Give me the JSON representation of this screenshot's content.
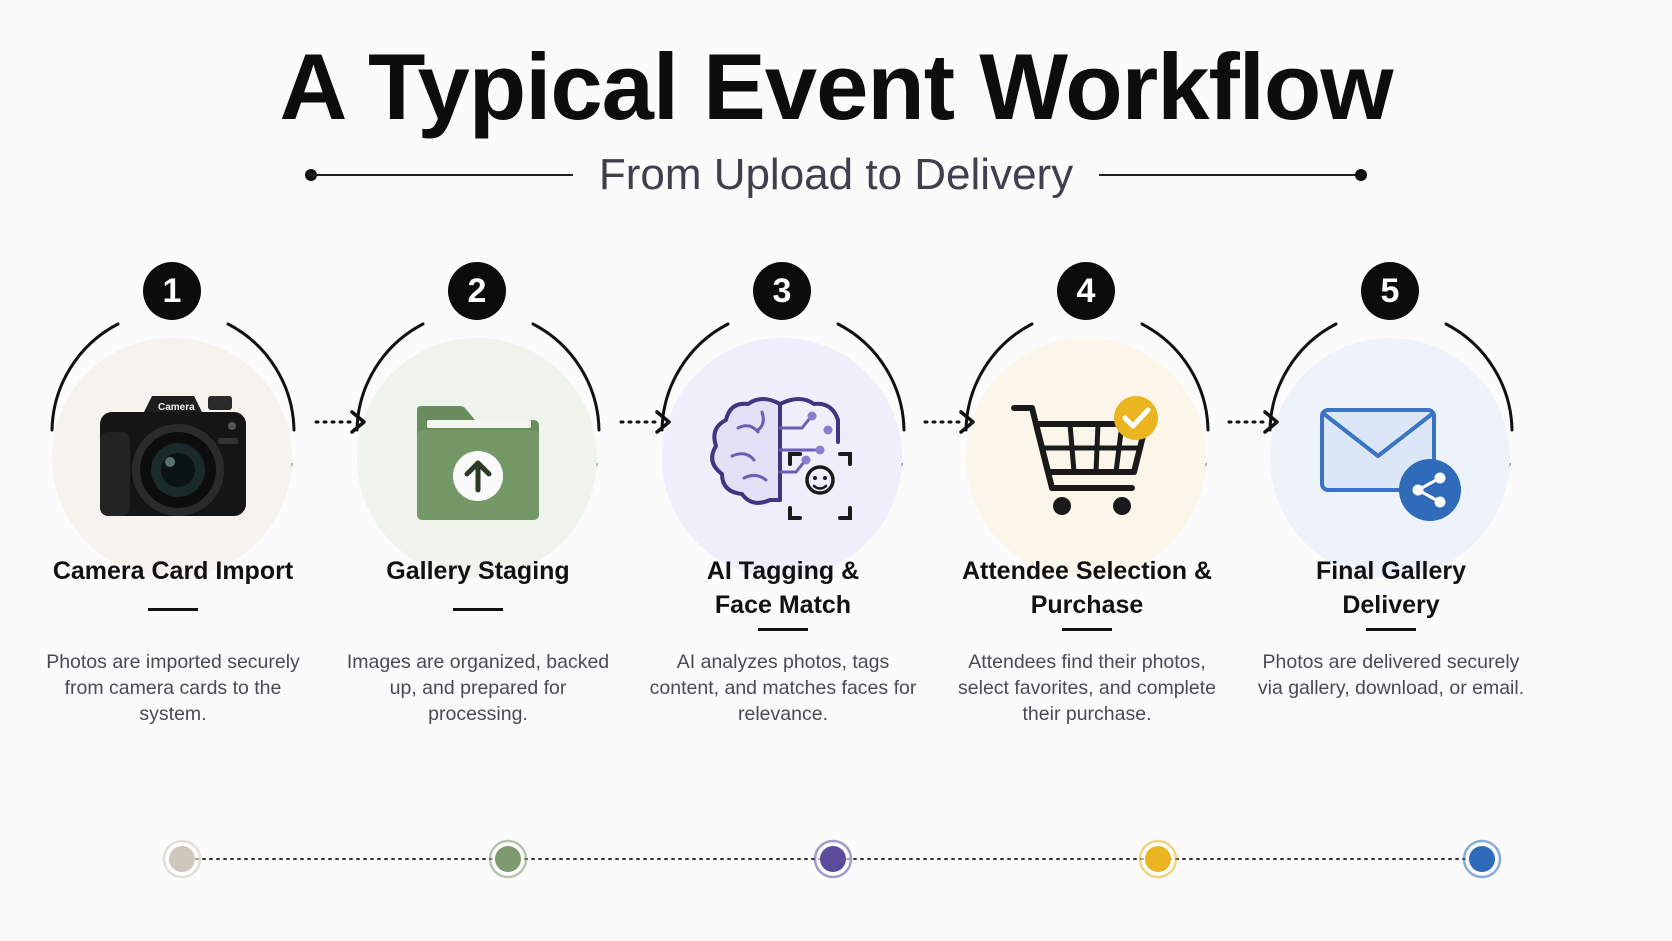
{
  "title": "A Typical Event Workflow",
  "subtitle": "From Upload to Delivery",
  "steps": [
    {
      "number": "1",
      "title": "Camera Card Import",
      "description": "Photos are imported securely from camera cards to the system.",
      "icon": "camera-icon",
      "camera_label": "Camera",
      "tint": "#f6f2ee",
      "dot_color": "#cfc7bb"
    },
    {
      "number": "2",
      "title": "Gallery Staging",
      "description": "Images are organized, backed up, and prepared for processing.",
      "icon": "folder-upload-icon",
      "tint": "#eef3ec",
      "dot_color": "#7f9a6f"
    },
    {
      "number": "3",
      "title": "AI Tagging & Face Match",
      "description": "AI analyzes photos, tags content, and matches faces for relevance.",
      "icon": "ai-brain-face-icon",
      "tint": "#efeefa",
      "dot_color": "#5c4c9e"
    },
    {
      "number": "4",
      "title": "Attendee Selection & Purchase",
      "description": "Attendees find their photos, select favorites, and complete their purchase.",
      "icon": "shopping-cart-check-icon",
      "tint": "#fbf6e9",
      "dot_color": "#eab521"
    },
    {
      "number": "5",
      "title": "Final Gallery Delivery",
      "description": "Photos are delivered securely via gallery, download, or email.",
      "icon": "email-share-icon",
      "tint": "#eef3fb",
      "dot_color": "#2f6bb8"
    }
  ]
}
